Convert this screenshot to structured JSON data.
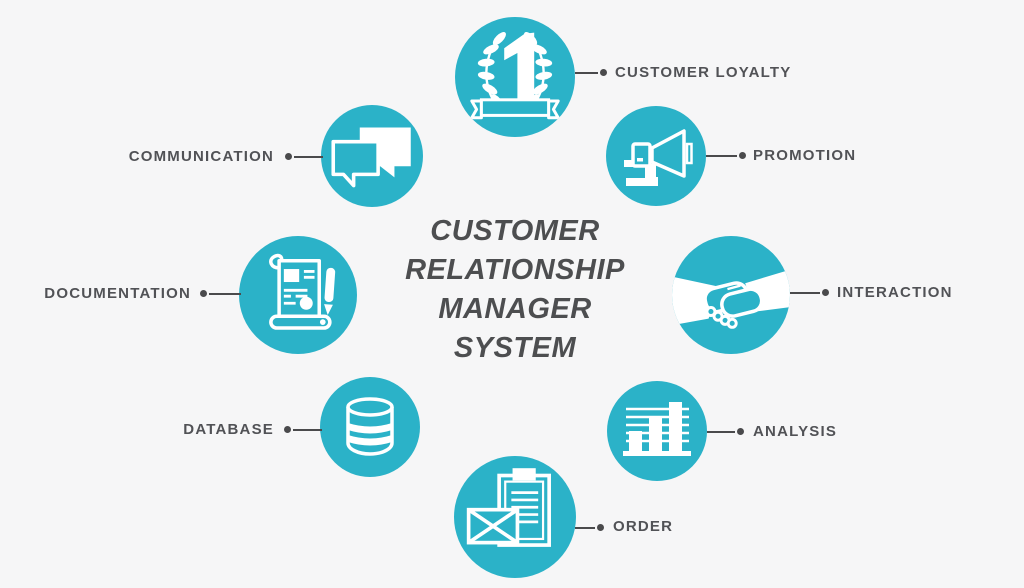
{
  "title": "CUSTOMER\nRELATIONSHIP\nMANAGER\nSYSTEM",
  "colors": {
    "accent": "#2bb2c8",
    "background": "#f6f6f7",
    "label_text": "#515256",
    "title_text": "#4d4e50",
    "connector": "#4a4a4c",
    "icon": "#ffffff"
  },
  "nodes": {
    "customer_loyalty": {
      "label": "CUSTOMER LOYALTY",
      "icon": "number-one-award-icon"
    },
    "promotion": {
      "label": "PROMOTION",
      "icon": "megaphone-icon"
    },
    "interaction": {
      "label": "INTERACTION",
      "icon": "handshake-icon"
    },
    "analysis": {
      "label": "ANALYSIS",
      "icon": "bar-chart-icon"
    },
    "order": {
      "label": "ORDER",
      "icon": "clipboard-envelope-icon"
    },
    "database": {
      "label": "DATABASE",
      "icon": "database-cylinder-icon"
    },
    "documentation": {
      "label": "DOCUMENTATION",
      "icon": "scroll-pen-icon"
    },
    "communication": {
      "label": "COMMUNICATION",
      "icon": "chat-bubbles-icon"
    }
  }
}
